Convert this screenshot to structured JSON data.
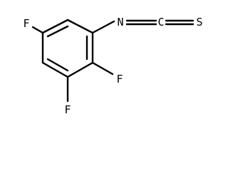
{
  "molecule": {
    "atoms": {
      "f_left": "F",
      "n": "N",
      "c_isothiocyanate": "C",
      "s": "S",
      "f_right": "F",
      "f_bottom": "F"
    }
  }
}
